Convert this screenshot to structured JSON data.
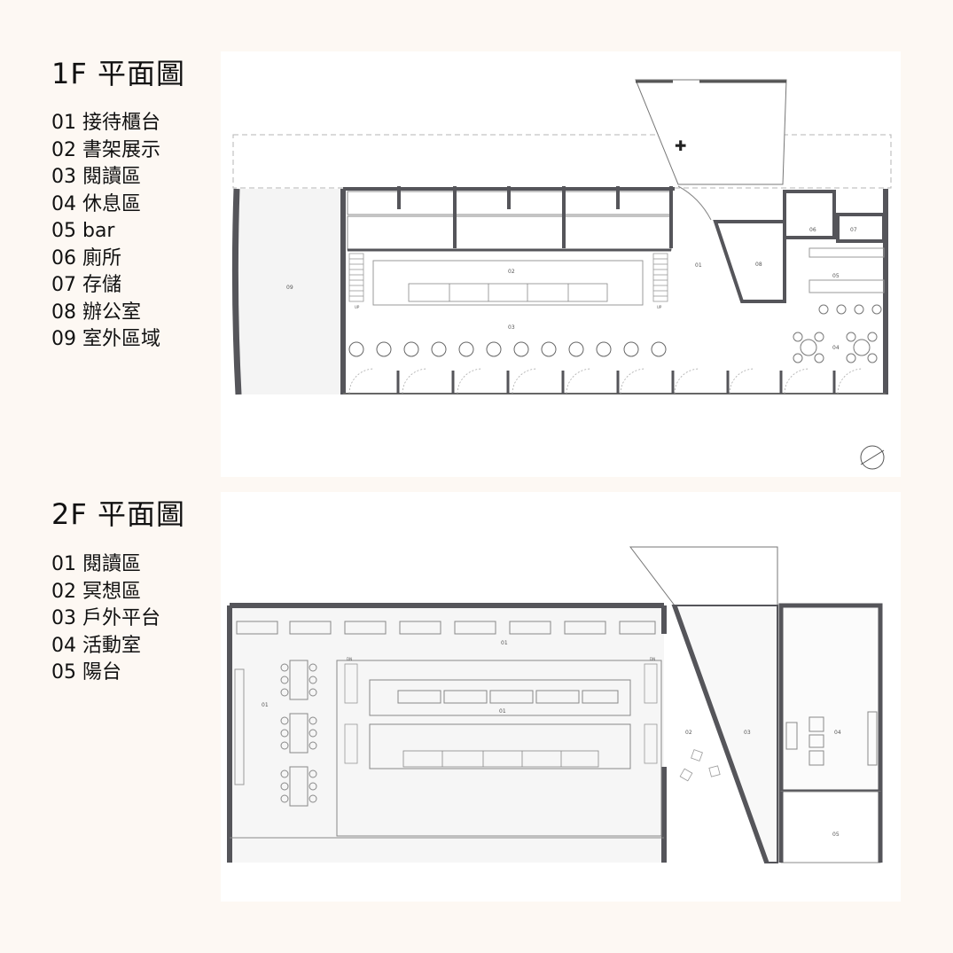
{
  "floor1": {
    "title": "1F 平面圖",
    "legend": [
      "01 接待櫃台",
      "02  書架展示",
      "03  閱讀區",
      "04  休息區",
      "05  bar",
      "06  廁所",
      "07  存儲",
      "08  辦公室",
      "09  室外區域"
    ],
    "plan_labels": {
      "l01": "01",
      "l02": "02",
      "l03": "03",
      "l04": "04",
      "l05": "05",
      "l06": "06",
      "l07": "07",
      "l08": "08",
      "l09": "09",
      "up": "UP"
    }
  },
  "floor2": {
    "title": "2F 平面圖",
    "legend": [
      "01  閱讀區",
      "02 冥想區",
      "03  戶外平台",
      "04  活動室",
      "05  陽台"
    ],
    "plan_labels": {
      "l01a": "01",
      "l01b": "01",
      "l01c": "01",
      "l02": "02",
      "l03": "03",
      "l04": "04",
      "l05": "05",
      "dn": "DN"
    }
  },
  "colors": {
    "wall": "#55555a",
    "line": "#9a9a9a",
    "bg": "#fdf8f3"
  }
}
